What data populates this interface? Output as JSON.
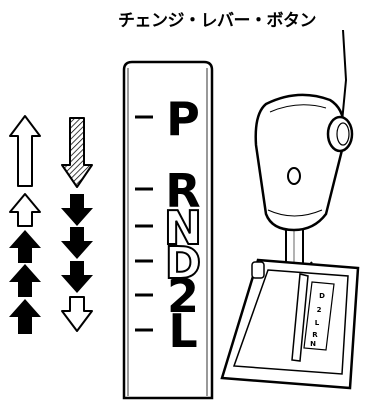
{
  "callout": {
    "label": "チェンジ・レバー・ボタン"
  },
  "gear_indicator": {
    "positions": [
      "P",
      "R",
      "N",
      "D",
      "2",
      "L"
    ]
  },
  "gate_markings": [
    "D",
    "2",
    "L",
    "R",
    "N"
  ],
  "icons": {
    "upshift": "arrow-up-icon",
    "downshift": "arrow-down-icon"
  }
}
